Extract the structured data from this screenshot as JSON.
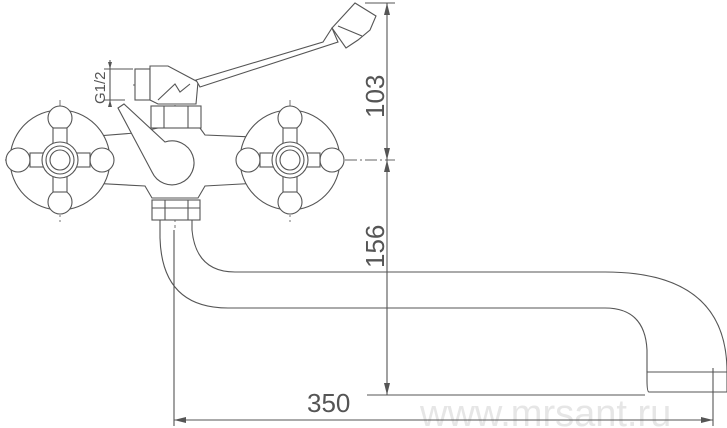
{
  "drawing": {
    "watermark": "www.mrsant.ru",
    "dimensions": {
      "height_upper": "103",
      "height_lower": "156",
      "length": "350",
      "thread": "G1/2"
    }
  }
}
